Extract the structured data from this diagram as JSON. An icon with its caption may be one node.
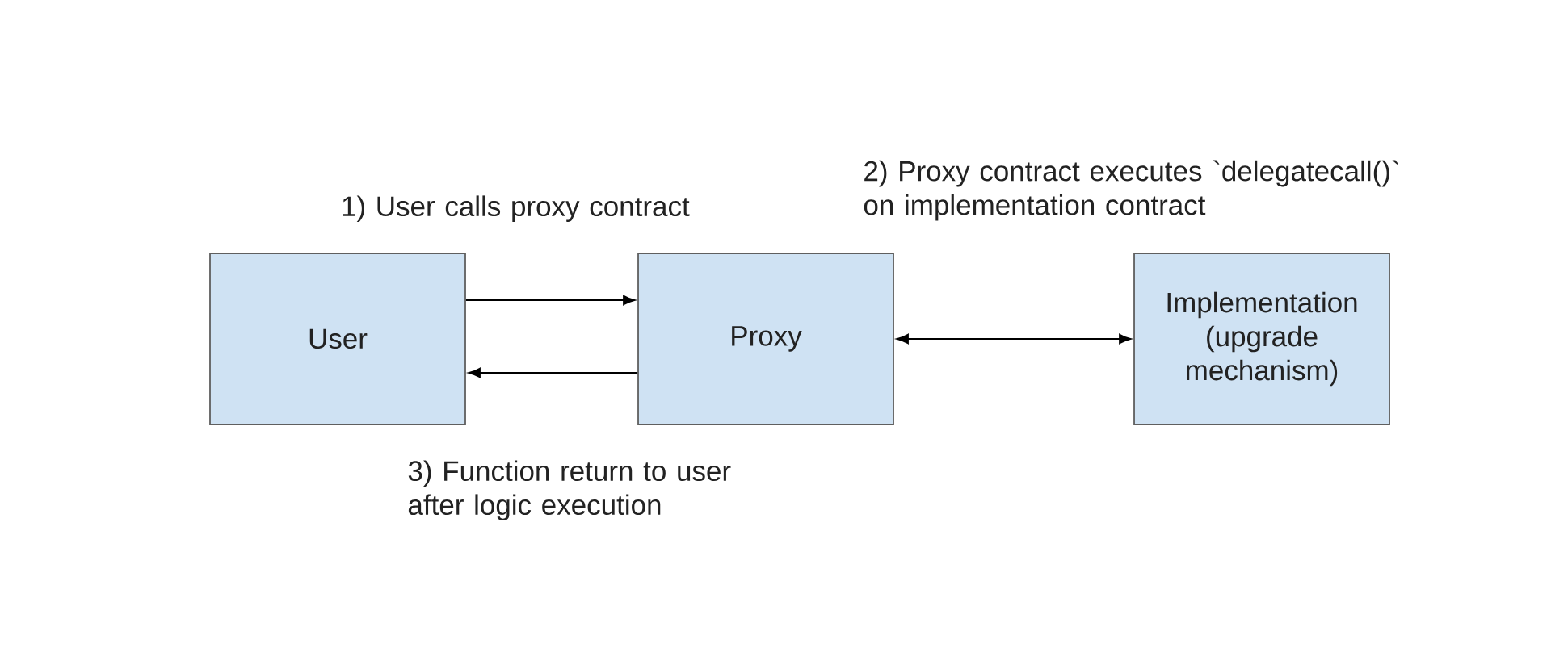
{
  "diagram": {
    "nodes": [
      {
        "text": [
          "User"
        ]
      },
      {
        "text": [
          "Proxy"
        ]
      },
      {
        "text": [
          "Implementation (upgrade mechanism)"
        ]
      }
    ],
    "edges": [
      {
        "from": 0,
        "to": 1,
        "arrow": "to"
      },
      {
        "from": 1,
        "to": 0,
        "arrow": "to"
      },
      {
        "from": 1,
        "to": 2,
        "arrow": "both"
      }
    ],
    "labels": [
      "1) User calls proxy contract",
      "2) Proxy contract executes `delegatecall()` on implementation contract",
      "3) Function return to user after logic execution"
    ]
  }
}
